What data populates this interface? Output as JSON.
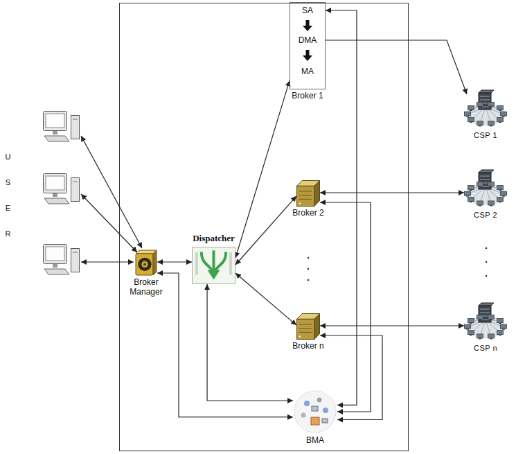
{
  "diagram": {
    "nodes": [
      {
        "text": [
          "SA",
          "DMA",
          "MA",
          "Broker 1"
        ]
      },
      {
        "text": [
          "CSP 1"
        ]
      },
      {
        "text": [
          "Broker 2"
        ]
      },
      {
        "text": [
          "CSP 2"
        ]
      },
      {
        "text": [
          "Broker Manager"
        ]
      },
      {
        "text": [
          "Dispatcher"
        ]
      },
      {
        "text": [
          "Broker n"
        ]
      },
      {
        "text": [
          "CSP n"
        ]
      },
      {
        "text": [
          "BMA"
        ]
      }
    ],
    "edges": [
      {
        "from": 4,
        "to": 5,
        "arrow": "both"
      },
      {
        "from": 5,
        "to": 0,
        "arrow": "both"
      },
      {
        "from": 5,
        "to": 2,
        "arrow": "both"
      },
      {
        "from": 5,
        "to": 6,
        "arrow": "both"
      },
      {
        "from": 5,
        "to": 8,
        "arrow": "both"
      },
      {
        "from": 4,
        "to": 8,
        "arrow": "both"
      },
      {
        "from": 0,
        "to": 1,
        "arrow": "to"
      },
      {
        "from": 2,
        "to": 3,
        "arrow": "both"
      },
      {
        "from": 6,
        "to": 7,
        "arrow": "both"
      },
      {
        "from": 0,
        "to": 8,
        "arrow": "both"
      },
      {
        "from": 2,
        "to": 8,
        "arrow": "both"
      },
      {
        "from": 6,
        "to": 8,
        "arrow": "both"
      }
    ],
    "labels": [
      "USER"
    ]
  }
}
